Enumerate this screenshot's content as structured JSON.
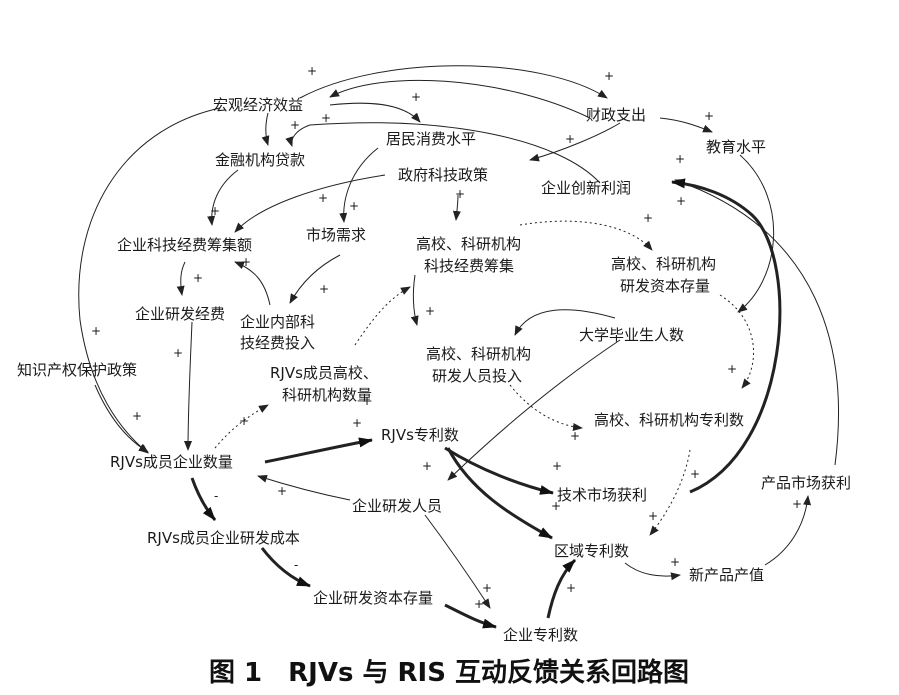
{
  "nodes": {
    "macro_econ": "宏观经济效益",
    "fiscal": "财政支出",
    "consume": "居民消费水平",
    "finance_loan": "金融机构贷款",
    "edu": "教育水平",
    "gov_policy": "政府科技政策",
    "innov_profit": "企业创新利润",
    "ent_fund": "企业科技经费筹集额",
    "market_demand": "市场需求",
    "uni_fund_l1": "高校、科研机构",
    "uni_fund_l2": "科技经费筹集",
    "uni_stock_l1": "高校、科研机构",
    "uni_stock_l2": "研发资本存量",
    "ent_rd": "企业研发经费",
    "ent_inner_l1": "企业内部科",
    "ent_inner_l2": "技经费投入",
    "grad": "大学毕业生人数",
    "ip_policy": "知识产权保护政策",
    "rjv_uni_l1": "RJVs成员高校、",
    "rjv_uni_l2": "科研机构数量",
    "uni_staff_l1": "高校、科研机构",
    "uni_staff_l2": "研发人员投入",
    "uni_patent": "高校、科研机构专利数",
    "rjv_count": "RJVs成员企业数量",
    "rjv_patent": "RJVs专利数",
    "tech_market": "技术市场获利",
    "product_market": "产品市场获利",
    "ent_staff": "企业研发人员",
    "rjv_cost": "RJVs成员企业研发成本",
    "region_patent": "区域专利数",
    "new_product": "新产品产值",
    "ent_cap": "企业研发资本存量",
    "ent_patent": "企业专利数"
  },
  "signs": {
    "plus": "+",
    "minus": "-"
  },
  "caption": "图 1　RJVs 与 RIS 互动反馈关系回路图"
}
